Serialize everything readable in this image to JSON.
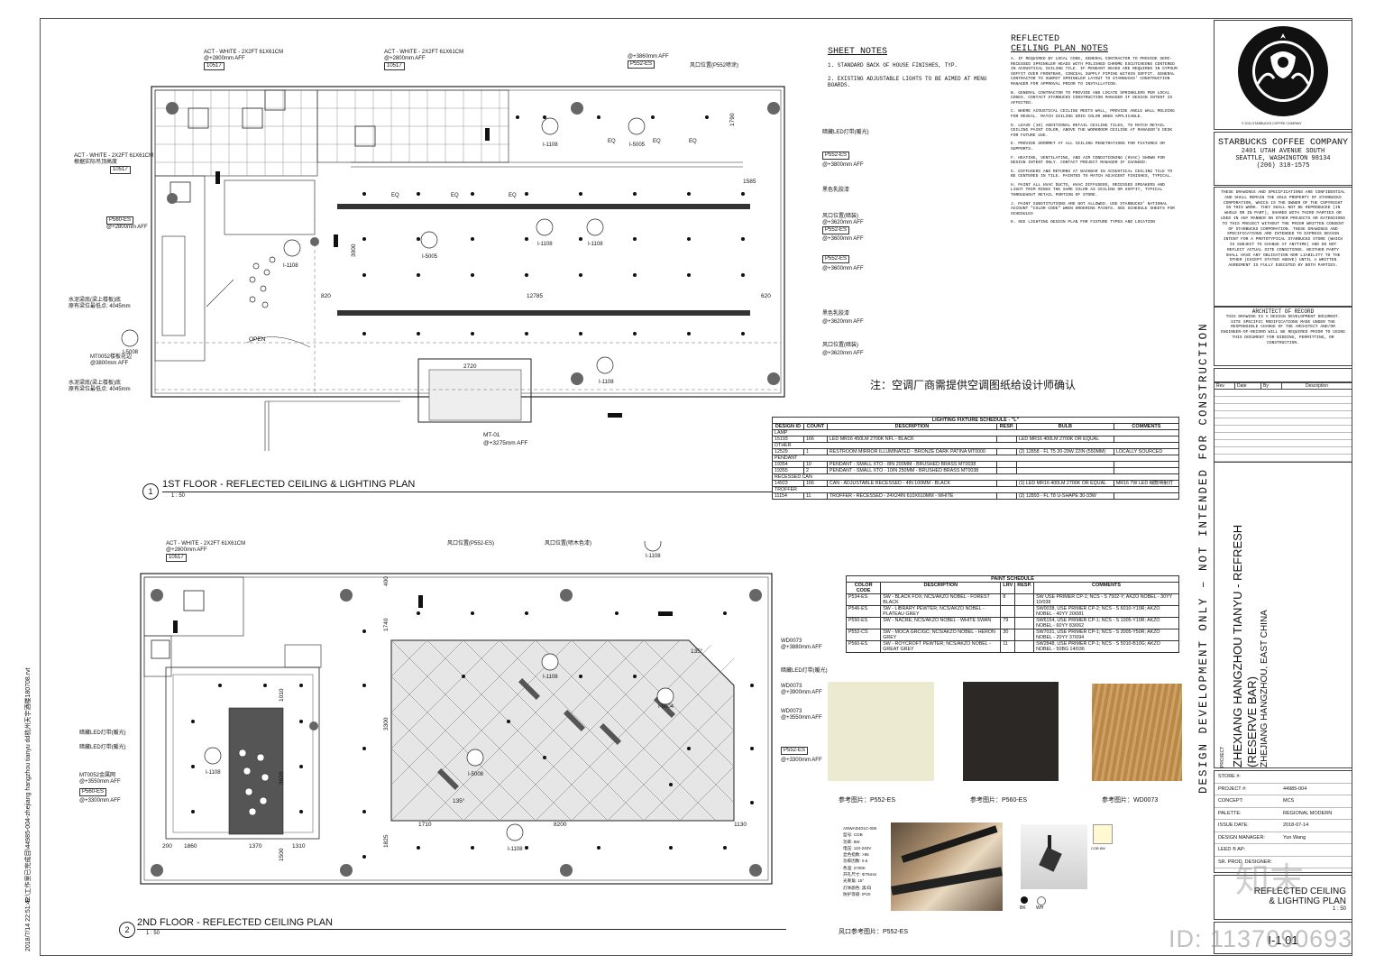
{
  "left_margin": {
    "file_path": "E:\\工作里已完成目\\44985-004-zhejiang hangzhou tianyu dd杭州天宇酒楼180708.rvt",
    "timestamp": "2018/7/14 22:51:42"
  },
  "watermark": {
    "id_text": "ID: 1137090693",
    "brand": "知末"
  },
  "plan1": {
    "title": "1ST FLOOR - REFLECTED CEILING & LIGHTING PLAN",
    "number": "1",
    "scale": "1 : 50",
    "labels": {
      "act_top1": "ACT - WHITE - 2X2FT 61X61CM",
      "act_top1_aff": "@+2800mm AFF",
      "act_top1_tag": "10517",
      "act_top2": "ACT - WHITE - 2X2FT 61X61CM",
      "act_top2_aff": "@+2800mm AFF",
      "act_top2_tag": "10517",
      "act_left": "ACT - WHITE - 2X2FT 61X61CM",
      "act_left_note": "根据实际吊顶高度",
      "act_left_tag": "10517",
      "p560": "P560-ES",
      "p560_aff": "@+2800mm AFF",
      "beam1": "水泥梁底(梁上楼板)底",
      "beam1_note": "原有梁位最低点: 4045mm",
      "mt0052": "MT0052楼板花边",
      "mt0052_aff": "@3800mm AFF",
      "beam2": "水泥梁底(梁上楼板)底",
      "beam2_note": "原有梁位最低点: 4045mm",
      "aff3860": "@+3860mm AFF",
      "p552_top": "P552-ES",
      "vent_top": "风口位置(P552喷涂)",
      "led_strip": "暗藏LED灯带(暖光)",
      "p552_r1": "P552-ES",
      "aff3800": "@+3800mm AFF",
      "black_paint": "黑色乳胶漆",
      "vent_r2": "风口位置(暗装)",
      "aff3620a": "@+3620mm AFF",
      "p552_r2": "P552-ES",
      "aff3600a": "@+3600mm AFF",
      "p552_r3": "P552-ES",
      "aff3600b": "@+3600mm AFF",
      "black_paint2": "黑色乳胶漆",
      "aff3620b": "@+3620mm AFF",
      "vent_r3": "风口位置(暗装)",
      "aff3620c": "@+3620mm AFF",
      "mt01": "MT-01",
      "aff3275": "@+3275mm AFF",
      "open": "OPEN",
      "dim_12785": "12785",
      "dim_2720": "2720",
      "dim_820": "820",
      "dim_620": "620",
      "dim_3000": "3000",
      "dim_1585": "1585",
      "dim_1790": "1790",
      "eq": "EQ",
      "sec_1108": "I-1108",
      "sec_5005": "I-5005",
      "sec_5008": "I-5008",
      "note_cn": "注：空调厂商需提供空调图纸给设计师确认"
    }
  },
  "plan2": {
    "title": "2ND FLOOR - REFLECTED CEILING PLAN",
    "number": "2",
    "scale": "1 : 50",
    "labels": {
      "act": "ACT - WHITE - 2X2FT 61X61CM",
      "act_aff": "@+2800mm AFF",
      "act_tag": "10517",
      "vent1": "风口位置(P552-ES)",
      "vent2": "风口位置(喷木色漆)",
      "wd0073a": "WD0073",
      "aff3880": "@+3880mm AFF",
      "led1": "暗藏LED灯带(暖光)",
      "wd0073b": "WD0073",
      "aff3900": "@+3900mm AFF",
      "wd0073c": "WD0073",
      "aff3550a": "@+3550mm AFF",
      "p552": "P552-ES",
      "aff3300a": "@+3300mm AFF",
      "led_l1": "暗藏LED灯带(暖光)",
      "led_l2": "暗藏LED灯带(暖光)",
      "mt0052": "MT0052金属网",
      "aff3550b": "@+3550mm AFF",
      "p560": "P560-ES",
      "aff3300b": "@+3300mm AFF",
      "dim_1860": "1860",
      "dim_1370": "1370",
      "dim_1310": "1310",
      "dim_200": "200",
      "dim_1710": "1710",
      "dim_8200": "8200",
      "dim_1130": "1130",
      "dim_3300": "3300",
      "dim_1740": "1740",
      "dim_1825": "1825",
      "dim_400": "400",
      "dim_1010": "1010",
      "dim_3620": "3620",
      "dim_1500": "1500",
      "dim_135": "135°"
    }
  },
  "sheet_notes": {
    "title": "SHEET NOTES",
    "items": [
      "1. STANDARD BACK OF HOUSE FINISHES, TYP.",
      "2. EXISTING ADJUSTABLE LIGHTS TO BE AIMED AT MENU BOARDS."
    ]
  },
  "ceiling_notes": {
    "title1": "REFLECTED",
    "title2": "CEILING PLAN NOTES",
    "items": [
      "A. IF REQUIRED BY LOCAL CODE, GENERAL CONTRACTOR TO PROVIDE SEMI-RECESSED SPRINKLER HEADS WITH POLISHED CHROME ESCUTCHEONS CENTERED IN ACOUSTICAL CEILING TILE. IF PENDANT HEADS ARE REQUIRED IN GYPSUM SOFFIT OVER FRONTBAR, CONCEAL SUPPLY PIPING WITHIN SOFFIT. GENERAL CONTRACTOR TO SUBMIT SPRINKLER LAYOUT TO STARBUCKS' CONSTRUCTION MANAGER FOR APPROVAL PRIOR TO INSTALLATION.",
      "B. GENERAL CONTRACTOR TO PROVIDE AND LOCATE SPRINKLERS PER LOCAL CODES. CONTACT STARBUCKS CONSTRUCTION MANAGER IF DESIGN INTENT IS AFFECTED.",
      "C. WHERE ACOUSTICAL CEILING MEETS WALL, PROVIDE ANGLE WALL MOLDING FOR REVEAL. MATCH CEILING GRID COLOR WHEN APPLICABLE.",
      "D. LEAVE (10) ADDITIONAL RETAIL CEILING TILES, TO MATCH RETAIL CEILING PAINT COLOR, ABOVE THE WORKROOM CEILING AT MANAGER'S DESK FOR FUTURE USE.",
      "E. PROVIDE GROMMET AT ALL CEILING PENETRATIONS FOR FIXTURES OR SUPPORTS.",
      "F. HEATING, VENTILATING, AND AIR CONDITIONING (HVAC) SHOWN FOR DESIGN INTENT ONLY. CONTACT PROJECT MANAGER IF CHANGED.",
      "G. DIFFUSERS AND RETURNS AT BACKBAR IN ACOUSTICAL CEILING TILE TO BE CENTERED IN TILE. PAINTED TO MATCH ADJACENT FINISHES, TYPICAL.",
      "H. PAINT ALL HVAC DUCTS, HVAC DIFFUSERS, RECESSED SPEAKERS AND LIGHT TRIM RINGS THE SAME COLOR AS CEILING OR SOFFIT, TYPICAL THROUGHOUT RETAIL PORTION OF STORE.",
      "J. PAINT SUBSTITUTIONS ARE NOT ALLOWED. USE STARBUCKS' NATIONAL ACCOUNT \"COLOR CODE\" WHEN ORDERING PAINTS. SEE SCHEDULE SHEETS FOR SCHEDULES",
      "K. SEE LIGHTING DESIGN PLAN FOR FIXTURE TYPES AND LOCATION"
    ]
  },
  "lighting_schedule": {
    "title": "LIGHTING FIXTURE SCHEDULE - \"L\"",
    "headers": [
      "DESIGN ID",
      "COUNT",
      "DESCRIPTION",
      "RESP.",
      "BULB",
      "COMMENTS"
    ],
    "groups": [
      {
        "name": "LAMP",
        "rows": [
          [
            "15193",
            "166",
            "LED MR16 450LM 2700K NFL - BLACK",
            "",
            "LED MR16 400LM 2700K OR EQUAL",
            ""
          ]
        ]
      },
      {
        "name": "OTHER",
        "rows": [
          [
            "12529",
            "1",
            "RESTROOM MIRROR ILLUMINATED - BRONZE DARK PATINA MT0000",
            "",
            "(2) 12858 - FL T5 20-29W 22IN (550MM)",
            "LOCALLY SOURCED"
          ]
        ]
      },
      {
        "name": "PENDANT",
        "rows": [
          [
            "19354",
            "10",
            "PENDANT - SMALL XTO - 8IN 200MM - BRUSHED BRASS MT0038",
            "",
            "",
            ""
          ],
          [
            "19355",
            "2",
            "PENDANT - SMALL XTO - 10IN 250MM - BRUSHED BRASS MT0038",
            "",
            "",
            ""
          ]
        ]
      },
      {
        "name": "RECESSED CAN",
        "rows": [
          [
            "14923",
            "166",
            "CAN - ADJUSTABLE RECESSED - 4IN 100MM - BLACK",
            "",
            "(1) LED MR16 400LM 2700K OR EQUAL",
            "MR16 7W LED 细款明射灯"
          ]
        ]
      },
      {
        "name": "TROFFER",
        "rows": [
          [
            "11154",
            "11",
            "TROFFER - RECESSED - 24X24IN 610X610MM - WHITE",
            "",
            "(2) 12893 - FL T8 U-SHAPE 30-33W",
            ""
          ]
        ]
      }
    ]
  },
  "paint_schedule": {
    "title": "PAINT SCHEDULE",
    "headers": [
      "COLOR CODE",
      "DESCRIPTION",
      "LRV",
      "RESP.",
      "COMMENTS"
    ],
    "rows": [
      [
        "P534-ES",
        "SW - BLACK FOX; NCS/AKZO NOBEL - FOREST BLACK",
        "8",
        "",
        "SW USE PRIMER CP-1; NCS - S 7502-Y; AKZO NOBEL - 30YY 10/038"
      ],
      [
        "P546-ES",
        "SW - LIBRARY PEWTER; NCS/AKZO NOBEL - PLATEAU GREY",
        "",
        "",
        "SW0038, USE PRIMER CP-2; NCS - S 6010-Y10R; AKZO NOBEL - 40YY 20/081"
      ],
      [
        "P550-ES",
        "SW - NACRE; NCS/AKZO NOBEL - WHITE SWAN",
        "79",
        "",
        "SW6154, USE PRIMER CP-1; NCS - S 1005-Y10R; AKZO NOBEL - 60YY 83/062"
      ],
      [
        "P552-CS",
        "SW - MOCA GRCIGC; NCS/AKZO NOBEL - HERON GREY",
        "30",
        "",
        "SW7031, USE PRIMER CP-1; NCS - S 3005-Y50R; AKZO NOBEL - 20YY 37/094"
      ],
      [
        "P560-ES",
        "SW - ROYCROFT PEWTER; NCS/AKZO NOBEL - GREAT GREY",
        "11",
        "",
        "SW2848, USE PRIMER CP-1; NCS - S 5010-B10G; AKZO NOBEL - 50BG 14/036"
      ]
    ]
  },
  "references": {
    "swatch1_label": "参考图片：P552-ES",
    "swatch2_label": "参考图片：P560-ES",
    "swatch3_label": "参考图片：WD0073",
    "swatch1_color": "#ecebd2",
    "swatch2_color": "#2b2826",
    "swatch3_color": "#c8944f",
    "vent_ref_label": "风口参考图片：P552-ES",
    "product_lines": [
      "ANWAD401C-008",
      "型号: COB",
      "功率: 8W",
      "电压: 110-240V",
      "显色指数: >85",
      "功率因数: 0.5",
      "色温: 2700K",
      "开孔尺寸: Φ75mm",
      "光束角: 15°",
      "灯体颜色: 黑/白",
      "防护等级: IP20"
    ],
    "legend_bk": "BK",
    "legend_wh": "WH",
    "cob_label": "COB 8W"
  },
  "vertical_banner": "DESIGN DEVELOPMENT ONLY – NOT INTENDED FOR CONSTRUCTION",
  "title_block": {
    "logo_caption": "© 2011 STARBUCKS COFFEE COMPANY",
    "company": "STARBUCKS COFFEE COMPANY",
    "address1": "2401 UTAH AVENUE SOUTH",
    "address2": "SEATTLE, WASHINGTON 98134",
    "phone": "(206) 318-1575",
    "disclaimer": "THESE DRAWINGS AND SPECIFICATIONS ARE CONFIDENTIAL AND SHALL REMAIN THE SOLE PROPERTY OF STARBUCKS CORPORATION, WHICH IS THE OWNER OF THE COPYRIGHT IN THIS WORK. THEY SHALL NOT BE REPRODUCED (IN WHOLE OR IN PART), SHARED WITH THIRD PARTIES OR USED IN ANY MANNER ON OTHER PROJECTS OR EXTENSIONS TO THIS PROJECT WITHOUT THE PRIOR WRITTEN CONSENT OF STARBUCKS CORPORATION. THESE DRAWINGS AND SPECIFICATIONS ARE INTENDED TO EXPRESS DESIGN INTENT FOR A PROTOTYPICAL STARBUCKS STORE (WHICH IS SUBJECT TO CHANGE AT ANYTIME) AND DO NOT REFLECT ACTUAL SITE CONDITIONS. NEITHER PARTY SHALL HAVE ANY OBLIGATION NOR LIABILITY TO THE OTHER (EXCEPT STATED ABOVE) UNTIL A WRITTEN AGREEMENT IS FULLY EXECUTED BY BOTH PARTIES.",
    "architect_title": "ARCHITECT OF RECORD",
    "architect_text": "THIS DRAWING IS A DESIGN DEVELOPMENT DOCUMENT. SITE SPECIFIC MODIFICATIONS MADE UNDER THE RESPONSIBLE CHARGE OF THE ARCHITECT AND/OR ENGINEER-OF-RECORD WILL BE REQUIRED PRIOR TO USING THIS DOCUMENT FOR BIDDING, PERMITTING, OR CONSTRUCTION.",
    "rev_headers": [
      "Rev",
      "Date",
      "By",
      "Description"
    ],
    "project_label": "PROJECT",
    "project_name1": "ZHEXIANG HANGZHOU TIANYU - REFRESH",
    "project_name2": "(RESERVE BAR)",
    "project_name3": "ZHEJIANG HANGZHOU, EAST CHINA",
    "fields": [
      {
        "label": "STORE #:",
        "value": ""
      },
      {
        "label": "PROJECT #:",
        "value": "44985-004"
      },
      {
        "label": "CONCEPT:",
        "value": "MCS"
      },
      {
        "label": "PALETTE:",
        "value": "REGIONAL MODERN"
      },
      {
        "label": "ISSUE DATE:",
        "value": "2018-07-14"
      },
      {
        "label": "DESIGN MANAGER:",
        "value": "Yun Wang"
      },
      {
        "label": "LEED ® AP:",
        "value": ""
      },
      {
        "label": "SR. PROD. DESIGNER:",
        "value": ""
      }
    ],
    "sheet_title1": "REFLECTED CEILING",
    "sheet_title2": "& LIGHTING PLAN",
    "sheet_scale": "1 : 50",
    "sheet_number": "I-1 01"
  }
}
